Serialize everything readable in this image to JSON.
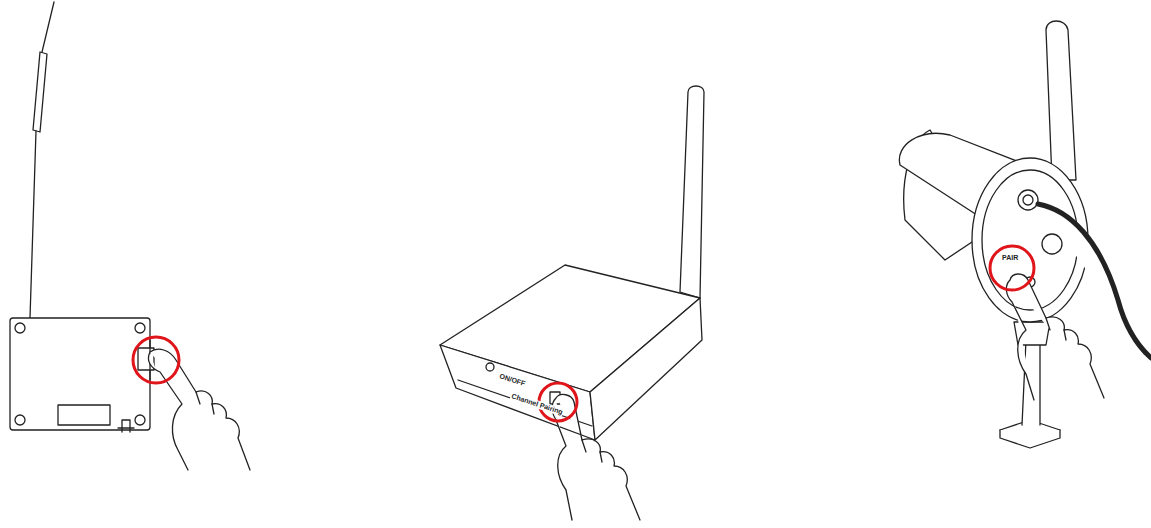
{
  "diagram": {
    "labels": [
      "ON/OFF",
      "Channel Pairing",
      "PAIR"
    ]
  }
}
